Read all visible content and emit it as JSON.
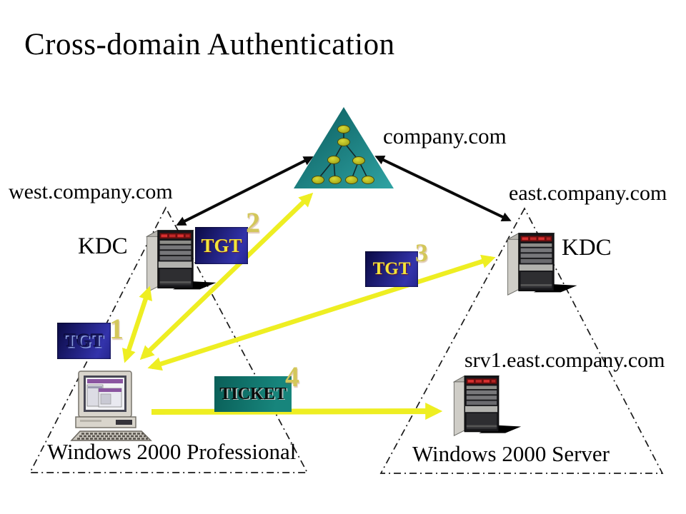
{
  "slide": {
    "title": "Cross-domain Authentication"
  },
  "labels": {
    "root_domain": "company.com",
    "west_domain": "west.company.com",
    "east_domain": "east.company.com",
    "west_kdc": "KDC",
    "east_kdc": "KDC",
    "member_server_fqdn": "srv1.east.company.com",
    "client_caption": "Windows 2000 Professional",
    "server_caption": "Windows 2000 Server"
  },
  "tokens": {
    "tgt_client": "TGT",
    "tgt_west": "TGT",
    "tgt_middle": "TGT",
    "ticket": "TICKET"
  },
  "steps": [
    {
      "label": "1"
    },
    {
      "label": "2"
    },
    {
      "label": "3"
    },
    {
      "label": "4"
    }
  ],
  "icons": {
    "root_domain_icon": "teal-triangle-org-tree",
    "west_kdc_icon": "tower-server",
    "east_kdc_icon": "tower-server",
    "member_server_icon": "tower-server",
    "client_icon": "desktop-computer"
  },
  "colors": {
    "arrow_yellow": "#eeee22",
    "arrow_black": "#0a0a0a",
    "number_khaki": "#d3c75a",
    "tgt_box_navy": "#1b1b6b",
    "tgt_text_yellow": "#f2e43a",
    "ticket_box_teal": "#0e6e66",
    "triangle_teal_dark": "#0a5a5c",
    "triangle_teal_light": "#2fa3a3",
    "tree_node_green": "#b9bf1e",
    "dashed_outline": "#1a1a1a",
    "background": "#ffffff"
  }
}
